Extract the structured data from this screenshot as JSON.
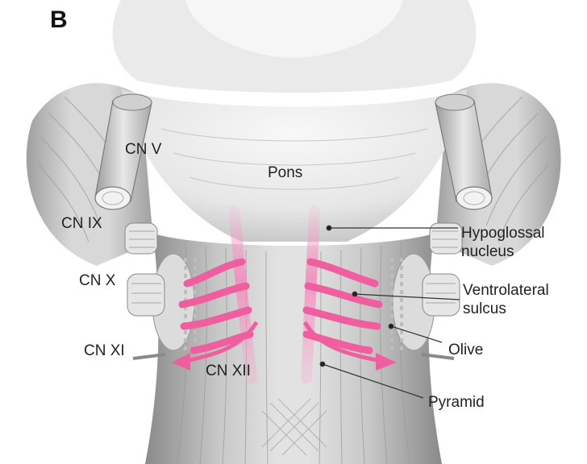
{
  "panel_letter": "B",
  "labels": {
    "cn_v": "CN V",
    "pons": "Pons",
    "cn_ix": "CN IX",
    "cn_x": "CN X",
    "cn_xi": "CN XI",
    "cn_xii": "CN XII",
    "hypoglossal_nucleus": [
      "Hypoglossal",
      "nucleus"
    ],
    "ventrolateral_sulcus": [
      "Ventrolateral",
      "sulcus"
    ],
    "olive": "Olive",
    "pyramid": "Pyramid"
  },
  "colors": {
    "highlight": "#ef5fa0",
    "highlight_light": "#f7a9cc",
    "tissue_light": "#eeeeee",
    "tissue_mid": "#c4c4c4",
    "tissue_dark": "#8e8e8e"
  }
}
